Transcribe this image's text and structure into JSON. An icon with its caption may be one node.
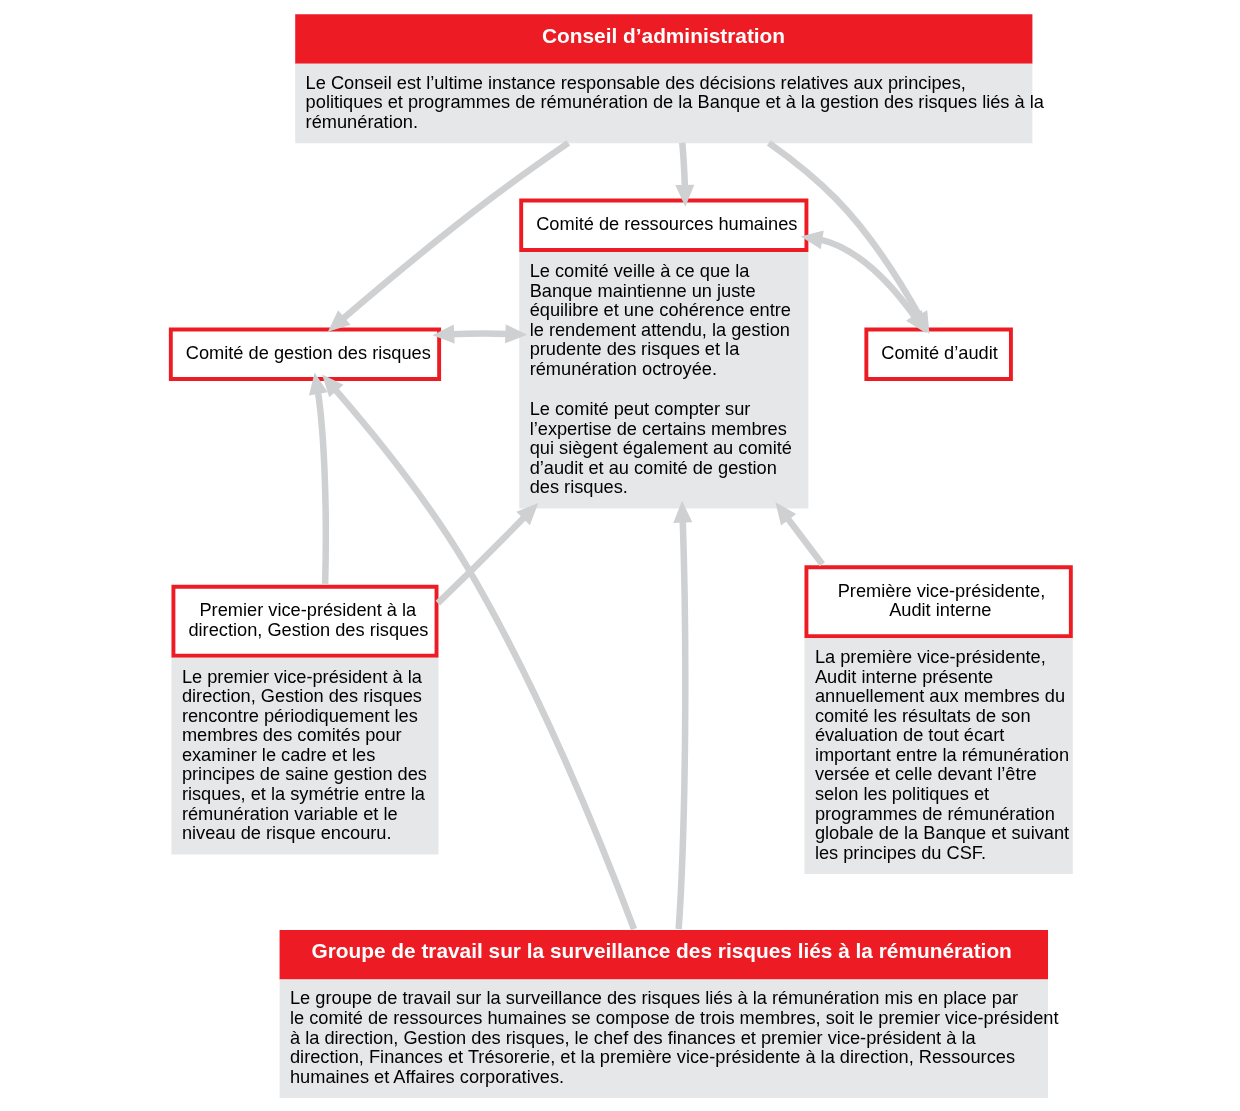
{
  "diagram": {
    "nodes": [
      {
        "text": [
          "Conseil d’administration",
          "Le Conseil est l’ultime instance responsable des décisions relatives aux principes, politiques et programmes de rémunération de la Banque et à la gestion des risques liés à la rémunération."
        ]
      },
      {
        "text": [
          "Comité de gestion des risques"
        ]
      },
      {
        "text": [
          "Comité de ressources humaines",
          "Le comité veille à ce que la Banque maintienne un juste équilibre et une cohérence entre le rendement attendu, la gestion prudente des risques et la rémunération octroyée.",
          "Le comité peut compter sur l’expertise de certains membres qui siègent également au comité d’audit et au comité de gestion des risques."
        ]
      },
      {
        "text": [
          "Comité d’audit"
        ]
      },
      {
        "text": [
          "Premier vice-président à la direction, Gestion des risques",
          "Le premier vice-président à la direction, Gestion des risques rencontre périodiquement les membres des comités pour examiner le cadre et les principes de saine gestion des risques, et la symétrie entre la rémunération variable et le niveau de risque encouru."
        ]
      },
      {
        "text": [
          "Première vice-présidente, Audit interne",
          "La première vice-présidente, Audit interne présente annuellement aux membres du comité les résultats de son évaluation de tout écart important entre la rémunération versée et celle devant l’être selon les politiques et programmes de rémunération globale de la Banque et suivant les principes du CSF."
        ]
      },
      {
        "text": [
          "Groupe de travail sur la surveillance des risques liés à la rémunération",
          "Le groupe de travail sur la surveillance des risques liés à la rémunération mis en place par le comité de ressources humaines se compose de trois membres, soit le premier vice-président à la direction, Gestion des risques, le chef des finances et premier vice-président à la direction, Finances et Trésorerie, et la première vice-présidente à la direction, Ressources humaines et Affaires corporatives."
        ]
      }
    ],
    "edges": [
      {
        "from": 0,
        "to": 1,
        "arrow": "to"
      },
      {
        "from": 0,
        "to": 2,
        "arrow": "to"
      },
      {
        "from": 0,
        "to": 3,
        "arrow": "to"
      },
      {
        "from": 1,
        "to": 2,
        "arrow": "both"
      },
      {
        "from": 2,
        "to": 3,
        "arrow": "both"
      },
      {
        "from": 4,
        "to": 1,
        "arrow": "to"
      },
      {
        "from": 4,
        "to": 2,
        "arrow": "to"
      },
      {
        "from": 5,
        "to": 2,
        "arrow": "to"
      },
      {
        "from": 6,
        "to": 1,
        "arrow": "to"
      },
      {
        "from": 6,
        "to": 2,
        "arrow": "to"
      }
    ]
  }
}
